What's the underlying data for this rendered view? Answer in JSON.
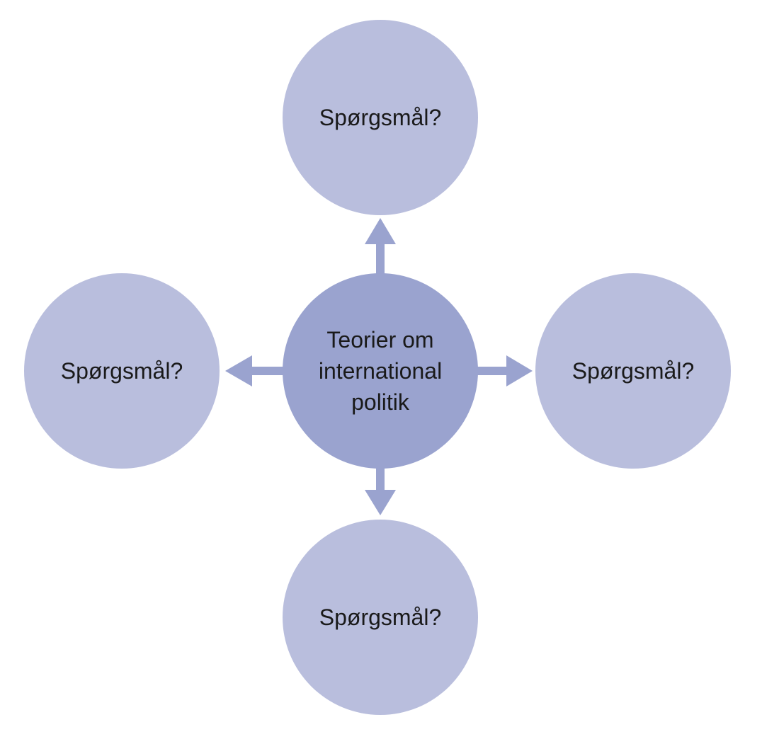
{
  "diagram": {
    "center": {
      "label": "Teorier om international politik"
    },
    "nodes": {
      "top": {
        "label": "Spørgsmål?"
      },
      "left": {
        "label": "Spørgsmål?"
      },
      "right": {
        "label": "Spørgsmål?"
      },
      "bottom": {
        "label": "Spørgsmål?"
      }
    },
    "colors": {
      "outer_node": "#b9bedd",
      "center_node": "#9aa3cf",
      "arrow": "#9aa3cf",
      "text": "#1a1a1a"
    }
  }
}
